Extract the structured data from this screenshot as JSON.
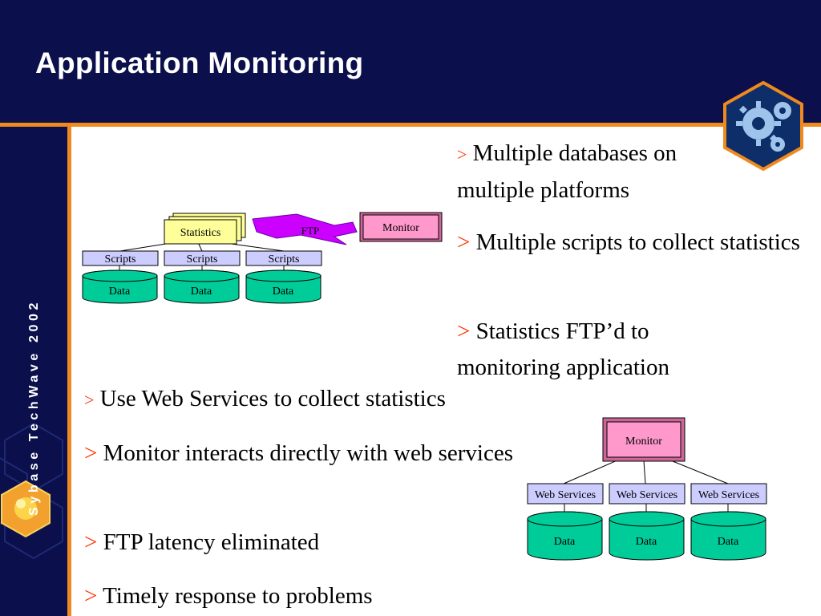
{
  "slide": {
    "title": "Application Monitoring",
    "sidebar_text": "Sybase TechWave 2002"
  },
  "bullets_top": [
    {
      "marker": ">",
      "text": "Multiple databases on multiple platforms"
    },
    {
      "marker": ">",
      "text": "Multiple scripts to collect statistics"
    },
    {
      "marker": ">",
      "text": "Statistics FTP’d to monitoring application"
    }
  ],
  "bullets_bottom": [
    {
      "marker": ">",
      "text": "Use Web Services to collect statistics"
    },
    {
      "marker": ">",
      "text": "Monitor interacts directly with web services"
    },
    {
      "marker": ">",
      "text": "FTP latency eliminated"
    },
    {
      "marker": ">",
      "text": "Timely response to problems"
    }
  ],
  "diagram_ftp": {
    "statistics_label": "Statistics",
    "arrow_label": "FTP",
    "monitor_label": "Monitor",
    "scripts_labels": [
      "Scripts",
      "Scripts",
      "Scripts"
    ],
    "data_labels": [
      "Data",
      "Data",
      "Data"
    ]
  },
  "diagram_ws": {
    "monitor_label": "Monitor",
    "service_labels": [
      "Web Services",
      "Web Services",
      "Web Services"
    ],
    "data_labels": [
      "Data",
      "Data",
      "Data"
    ]
  },
  "colors": {
    "header_bg": "#0b0f4c",
    "accent_orange": "#f08a1e",
    "bullet_marker": "#ff3300",
    "monitor_fill": "#ff99cc",
    "statistics_fill": "#ffff99",
    "scripts_fill": "#ccccff",
    "data_fill": "#00cc99",
    "arrow_fill": "#cc00ff"
  }
}
